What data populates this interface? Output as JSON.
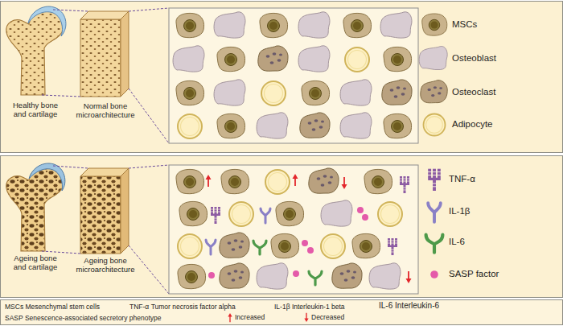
{
  "diagram": {
    "nodes": [
      {
        "text": [
          "Healthy bone and cartilage",
          "Normal bone microarchitecture"
        ]
      },
      {
        "text": [
          "Ageing bone and cartilage",
          "Ageing bone microarchitecture"
        ]
      },
      {
        "text": [
          "MSCs Mesenchymal stem cells",
          "TNF-α Tumor necrosis factor alpha",
          "IL-1β Interleukin-1 beta",
          "IL-6 Interleukin-6",
          "SASP Senescence-associated secretory phenotype"
        ]
      }
    ],
    "legend": [
      {
        "text": "MSCs"
      },
      {
        "text": "Osteoblast"
      },
      {
        "text": "Osteoclast"
      },
      {
        "text": "Adipocyte"
      },
      {
        "text": "TNF-α"
      },
      {
        "text": "IL-1β"
      },
      {
        "text": "IL-6"
      },
      {
        "text": "SASP factor"
      },
      {
        "text": "Increased"
      },
      {
        "text": "Decreased"
      }
    ]
  }
}
